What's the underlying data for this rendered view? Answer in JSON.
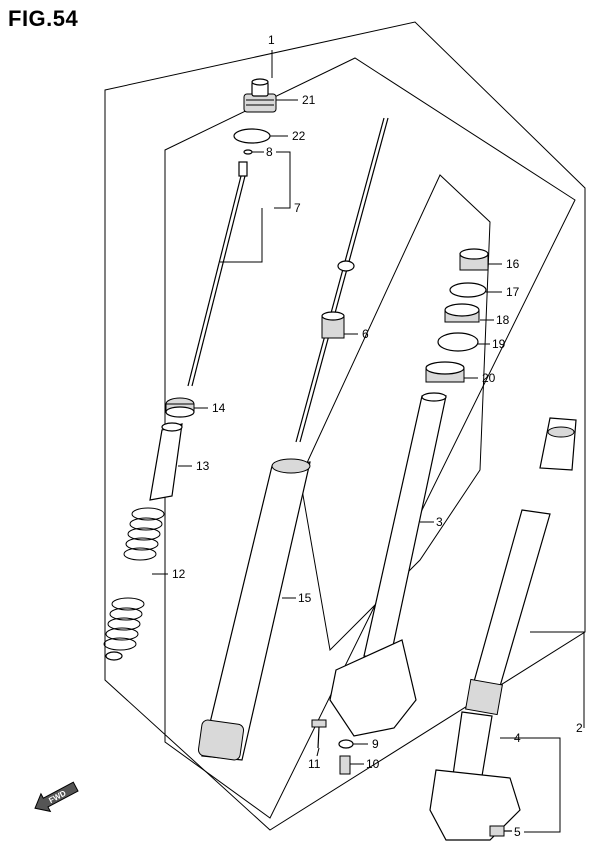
{
  "figure": {
    "title": "FIG.54"
  },
  "fwd_label": "FWD",
  "callouts": [
    {
      "id": "c1",
      "label": "1"
    },
    {
      "id": "c2",
      "label": "2"
    },
    {
      "id": "c3",
      "label": "3"
    },
    {
      "id": "c4",
      "label": "4"
    },
    {
      "id": "c5",
      "label": "5"
    },
    {
      "id": "c6",
      "label": "6"
    },
    {
      "id": "c7",
      "label": "7"
    },
    {
      "id": "c8",
      "label": "8"
    },
    {
      "id": "c9",
      "label": "9"
    },
    {
      "id": "c10",
      "label": "10"
    },
    {
      "id": "c11",
      "label": "11"
    },
    {
      "id": "c12",
      "label": "12"
    },
    {
      "id": "c13",
      "label": "13"
    },
    {
      "id": "c14",
      "label": "14"
    },
    {
      "id": "c15",
      "label": "15"
    },
    {
      "id": "c16",
      "label": "16"
    },
    {
      "id": "c17",
      "label": "17"
    },
    {
      "id": "c18",
      "label": "18"
    },
    {
      "id": "c19",
      "label": "19"
    },
    {
      "id": "c20",
      "label": "20"
    },
    {
      "id": "c21",
      "label": "21"
    },
    {
      "id": "c22",
      "label": "22"
    }
  ]
}
